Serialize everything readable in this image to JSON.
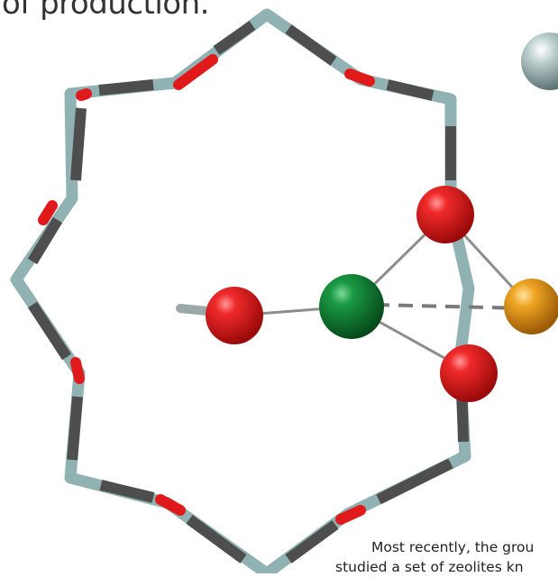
{
  "headline": "of production.",
  "caption": {
    "line1": "Most recently, the grou",
    "line2": "studied a set of zeolites kn"
  },
  "colors": {
    "silicon": "#8fb3b3",
    "oxygen_bond": "#e01a1a",
    "carbon_bond": "#555555",
    "oxygen_atom": "#e31b1b",
    "metal_atom": "#0f7a2f",
    "gold_atom": "#e8a020",
    "background": "#ffffff"
  }
}
